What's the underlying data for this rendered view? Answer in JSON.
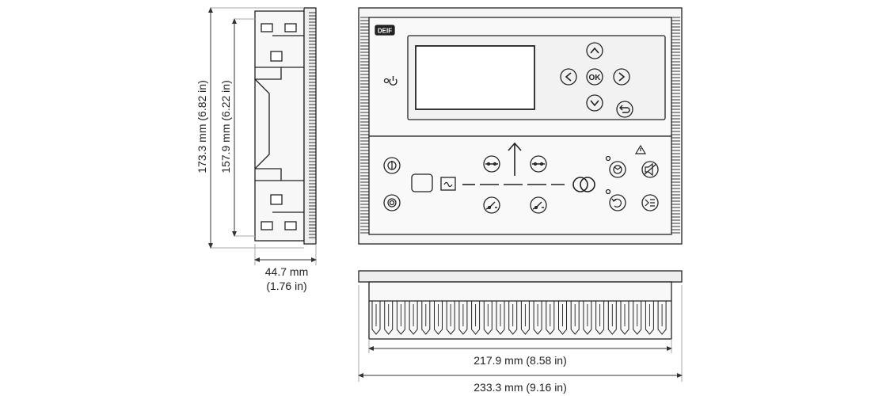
{
  "dimensions": {
    "height_overall": "173.3 mm (6.82 in)",
    "height_inner": "157.9 mm (6.22 in)",
    "depth_mm": "44.7 mm",
    "depth_in": "(1.76 in)",
    "width_inner": "217.9 mm (8.58 in)",
    "width_overall": "233.3 mm (9.16 in)"
  },
  "front_panel": {
    "logo_text": "DEIF",
    "ok_label": "OK"
  },
  "icons": [
    "power-led-icon",
    "arrow-up-icon",
    "arrow-left-icon",
    "arrow-right-icon",
    "arrow-down-icon",
    "back-icon",
    "start-icon",
    "stop-icon",
    "generator-icon",
    "breaker-icon",
    "transformer-icon",
    "warning-icon",
    "horn-silence-icon",
    "reset-icon",
    "mode-icon"
  ],
  "colors": {
    "line": "#222222",
    "panel_fill": "#f4f4f4",
    "display": "#ffffff"
  }
}
